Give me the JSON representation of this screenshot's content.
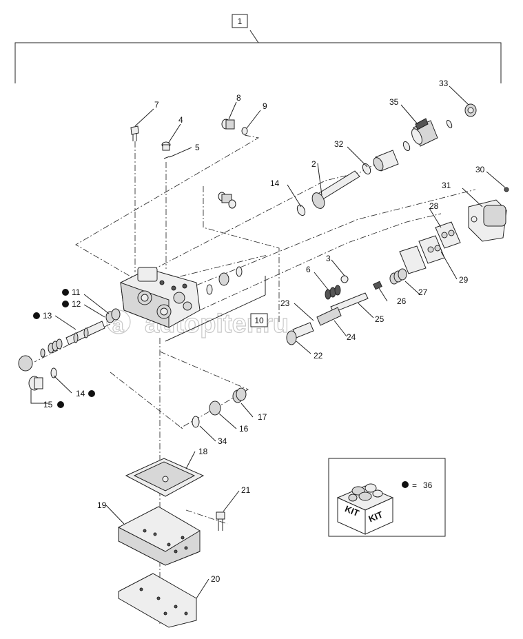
{
  "callouts": [
    {
      "id": "c1",
      "text": "1",
      "boxed": true
    },
    {
      "id": "c2",
      "text": "2"
    },
    {
      "id": "c3",
      "text": "3"
    },
    {
      "id": "c4",
      "text": "4"
    },
    {
      "id": "c5",
      "text": "5"
    },
    {
      "id": "c6",
      "text": "6"
    },
    {
      "id": "c7",
      "text": "7"
    },
    {
      "id": "c8",
      "text": "8"
    },
    {
      "id": "c9",
      "text": "9"
    },
    {
      "id": "c10",
      "text": "10",
      "boxed": true
    },
    {
      "id": "c11",
      "text": "11",
      "kit": true
    },
    {
      "id": "c12",
      "text": "12",
      "kit": true
    },
    {
      "id": "c13",
      "text": "13",
      "kit": true
    },
    {
      "id": "c14a",
      "text": "14"
    },
    {
      "id": "c14b",
      "text": "14",
      "kit": true
    },
    {
      "id": "c15",
      "text": "15",
      "kit": true
    },
    {
      "id": "c16",
      "text": "16"
    },
    {
      "id": "c17",
      "text": "17"
    },
    {
      "id": "c18",
      "text": "18"
    },
    {
      "id": "c19",
      "text": "19"
    },
    {
      "id": "c20",
      "text": "20"
    },
    {
      "id": "c21",
      "text": "21"
    },
    {
      "id": "c22",
      "text": "22"
    },
    {
      "id": "c23",
      "text": "23"
    },
    {
      "id": "c24",
      "text": "24"
    },
    {
      "id": "c25",
      "text": "25"
    },
    {
      "id": "c26",
      "text": "26"
    },
    {
      "id": "c27",
      "text": "27"
    },
    {
      "id": "c28",
      "text": "28"
    },
    {
      "id": "c29",
      "text": "29"
    },
    {
      "id": "c30",
      "text": "30"
    },
    {
      "id": "c31",
      "text": "31"
    },
    {
      "id": "c32",
      "text": "32"
    },
    {
      "id": "c33",
      "text": "33"
    },
    {
      "id": "c34",
      "text": "34"
    },
    {
      "id": "c35",
      "text": "35"
    }
  ],
  "kit_legend": {
    "box_text_left": "KIT",
    "box_text_right": "KIT",
    "equals": "=",
    "number": "36"
  },
  "watermark": "autopiter.ru",
  "colors": {
    "line": "#222222",
    "kit_dot": "#111111",
    "watermark": "#c9c9c9"
  }
}
